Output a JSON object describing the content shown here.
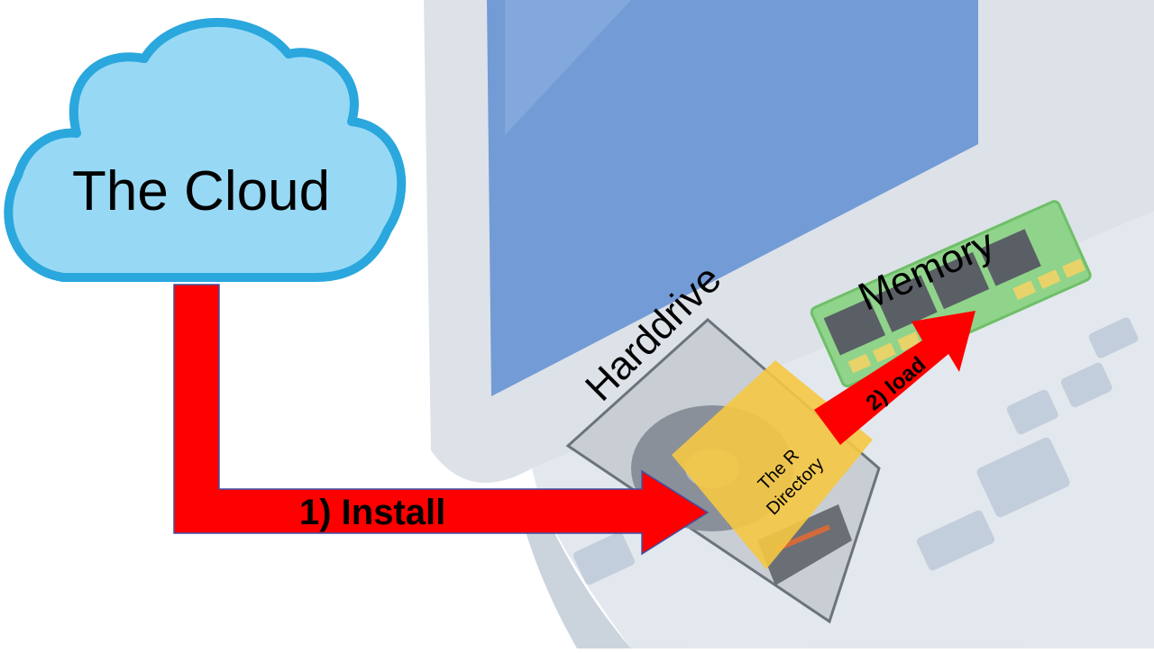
{
  "labels": {
    "cloud": "The Cloud",
    "install": "1) Install",
    "harddrive": "Harddrive",
    "memory": "Memory",
    "load": "2) load",
    "r_directory_line1": "The R",
    "r_directory_line2": "Directory"
  },
  "colors": {
    "arrow": "#ff0000",
    "cloud_fill": "#97d9f5",
    "cloud_stroke": "#2aa7dd",
    "r_directory": "#f5c843",
    "laptop_screen": "#5b8ad0",
    "laptop_body": "#cfd8e3",
    "memory_board": "#8fd48a"
  }
}
